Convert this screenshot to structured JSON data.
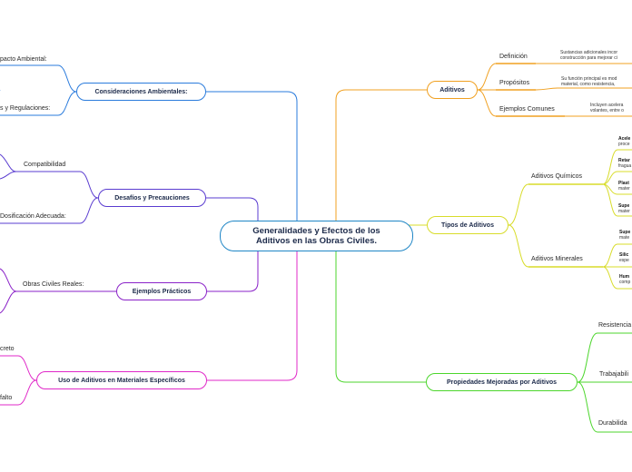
{
  "central": {
    "title": "Generalidades y Efectos de los Aditivos en las Obras Civiles."
  },
  "aditivos": {
    "title": "Aditivos",
    "items": [
      {
        "label": "Definición",
        "detail_1": "Sustancias adicionales incor",
        "detail_2": "construcción para mejorar ci"
      },
      {
        "label": "Propósitos",
        "detail_1": "Su función principal es mod",
        "detail_2": " material, como resistencia,"
      },
      {
        "label": "Ejemplos Comunes",
        "detail_1": "Incluyen acelera",
        "detail_2": "volantes, entre o"
      }
    ]
  },
  "tipos": {
    "title": "Tipos de Aditivos",
    "quimicos": {
      "label": "Aditivos Químicos",
      "items": [
        {
          "name": "Acele",
          "desc": "proce"
        },
        {
          "name": "Retar",
          "desc": "fragua"
        },
        {
          "name": "Plast",
          "desc": "mater"
        },
        {
          "name": "Supe",
          "desc": "mater"
        }
      ]
    },
    "minerales": {
      "label": "Aditivos Minerales",
      "items": [
        {
          "name": "Supe",
          "desc": "mate"
        },
        {
          "name": "Silic",
          "desc": "espe"
        },
        {
          "name": "Hum",
          "desc": "comp"
        }
      ]
    }
  },
  "propiedades": {
    "title": "Propiedades Mejoradas por Aditivos",
    "items": [
      "Resistencia",
      "Trabajabili",
      "Durabilida"
    ]
  },
  "ambientales": {
    "title": "Consideraciones Ambientales:",
    "items": [
      "pacto Ambiental:",
      "s y Regulaciones:"
    ]
  },
  "desafios": {
    "title": "Desafíos y Precauciones",
    "items": [
      "Compatibilidad",
      "Dosificación Adecuada:"
    ]
  },
  "ejemplos": {
    "title": "Ejemplos Prácticos",
    "items": [
      "Obras Civiles Reales:"
    ]
  },
  "uso": {
    "title": "Uso de Aditivos en Materiales Específicos",
    "items": [
      "creto",
      "falto"
    ]
  },
  "colors": {
    "central": "#1f86c6",
    "aditivos": "#f0a020",
    "tipos": "#d8dc2a",
    "propiedades": "#4cd62c",
    "ambientales": "#2a7bdc",
    "desafios": "#5a3cd0",
    "ejemplos": "#8a22c8",
    "uso": "#e028c8"
  }
}
